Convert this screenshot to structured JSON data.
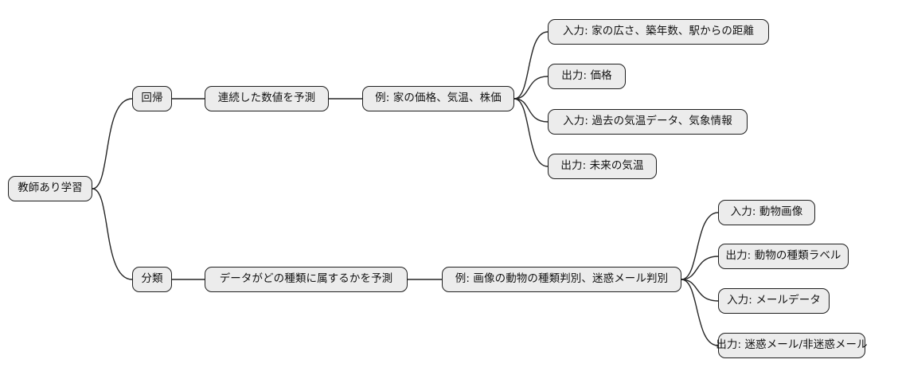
{
  "diagram": {
    "type": "mindmap",
    "title": "教師あり学習",
    "background_color": "#ffffff",
    "node_fill_color": "#ececec",
    "node_border_color": "#1f1f1f",
    "edge_color": "#262626",
    "root": {
      "label": "教師あり学習"
    },
    "branches": [
      {
        "label": "回帰",
        "description": "連続した数値を予測",
        "example": "例: 家の価格、気温、株価",
        "leaves": [
          {
            "label": "入力: 家の広さ、築年数、駅からの距離"
          },
          {
            "label": "出力: 価格"
          },
          {
            "label": "入力: 過去の気温データ、気象情報"
          },
          {
            "label": "出力: 未来の気温"
          }
        ]
      },
      {
        "label": "分類",
        "description": "データがどの種類に属するかを予測",
        "example": "例: 画像の動物の種類判別、迷惑メール判別",
        "leaves": [
          {
            "label": "入力: 動物画像"
          },
          {
            "label": "出力: 動物の種類ラベル"
          },
          {
            "label": "入力: メールデータ"
          },
          {
            "label": "出力: 迷惑メール/非迷惑メール"
          }
        ]
      }
    ]
  }
}
